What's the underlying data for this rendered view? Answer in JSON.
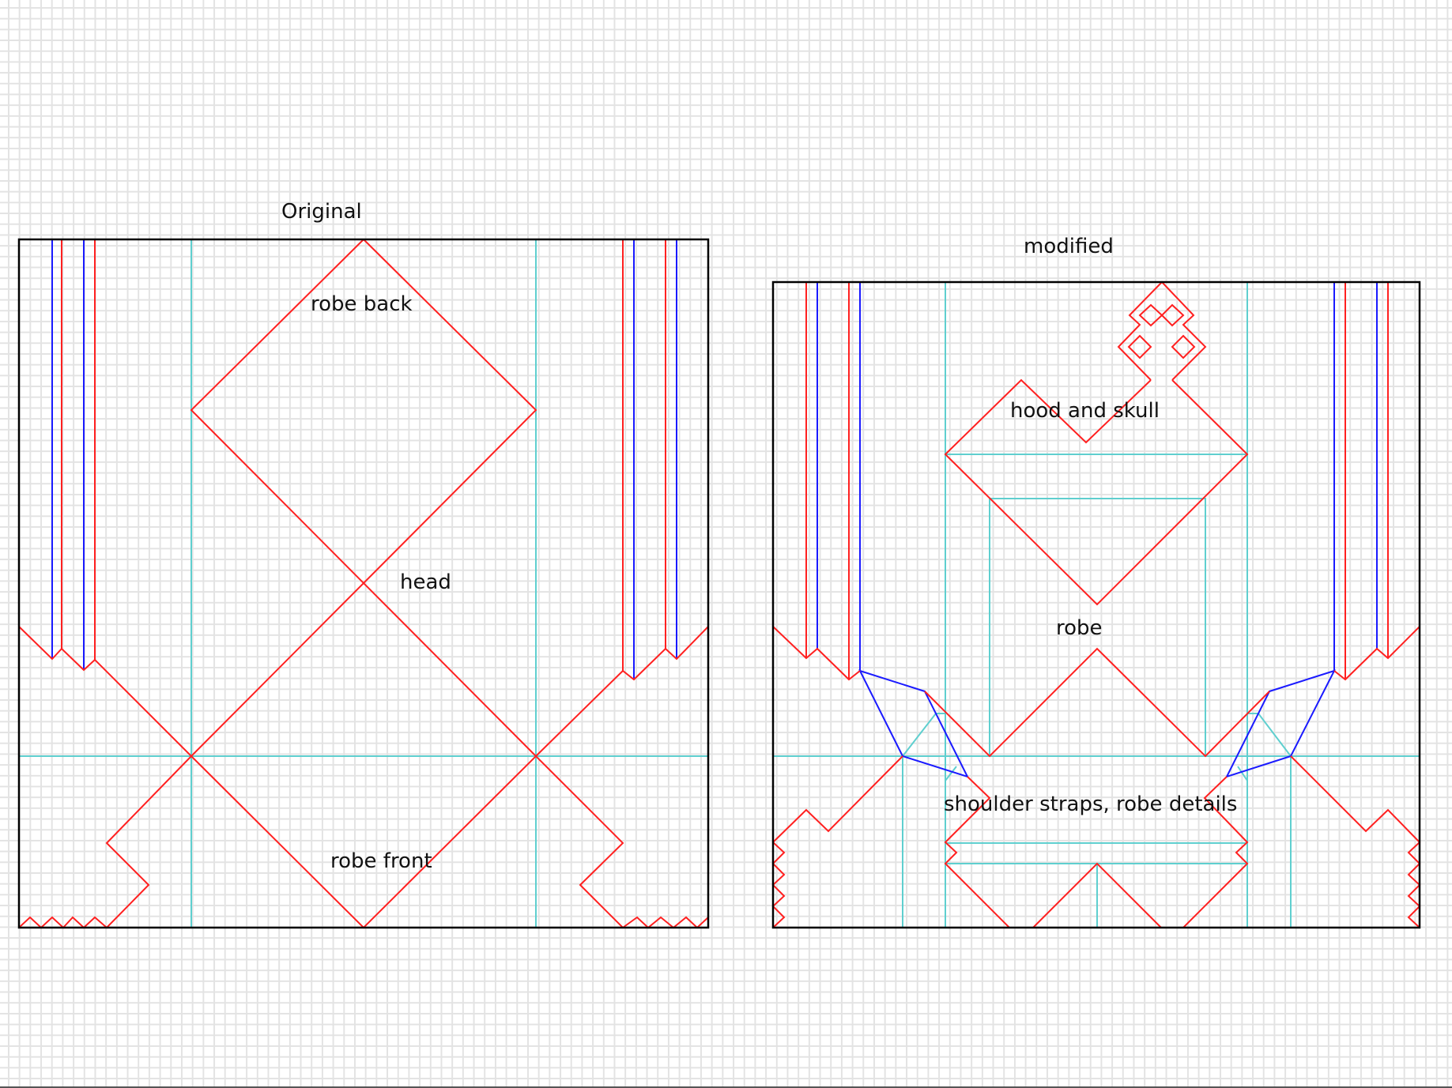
{
  "colors": {
    "mountain": "#ff2020",
    "valley": "#1a1aff",
    "reference": "#5fcfcf",
    "border": "#000000",
    "grid": "#e3e3e3",
    "text": "#111111"
  },
  "panels": [
    {
      "id": "original",
      "title": "Original",
      "labels": [
        "robe back",
        "head",
        "robe front"
      ]
    },
    {
      "id": "modified",
      "title": "modified",
      "labels": [
        "hood and skull",
        "robe",
        "shoulder straps, robe details"
      ]
    }
  ]
}
